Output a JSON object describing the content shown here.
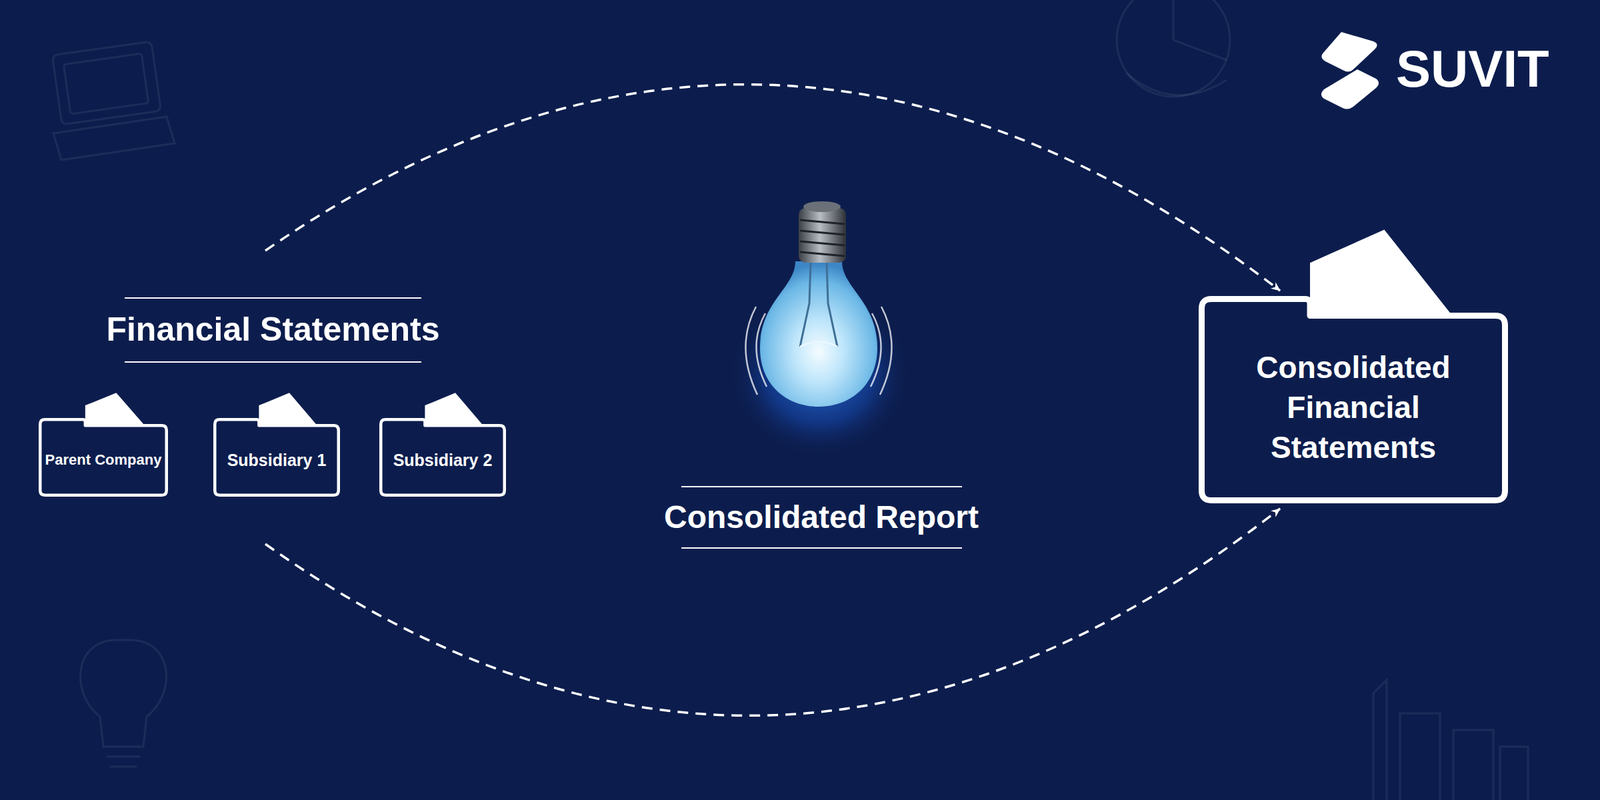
{
  "diagram": {
    "nodes": [
      {
        "text": [
          "Financial Statements"
        ]
      },
      {
        "text": [
          "Parent Company"
        ],
        "in": 0
      },
      {
        "text": [
          "Subsidiary 1"
        ],
        "in": 0
      },
      {
        "text": [
          "Subsidiary 2"
        ],
        "in": 0
      },
      {
        "text": [
          "Consolidated Financial Statements"
        ]
      }
    ],
    "edges": [
      {
        "from": 0,
        "to": 4,
        "arrow": "to"
      },
      {
        "from": 0,
        "to": 4,
        "arrow": "to"
      }
    ],
    "labels": [
      "Consolidated Report",
      "SUVIT"
    ]
  }
}
